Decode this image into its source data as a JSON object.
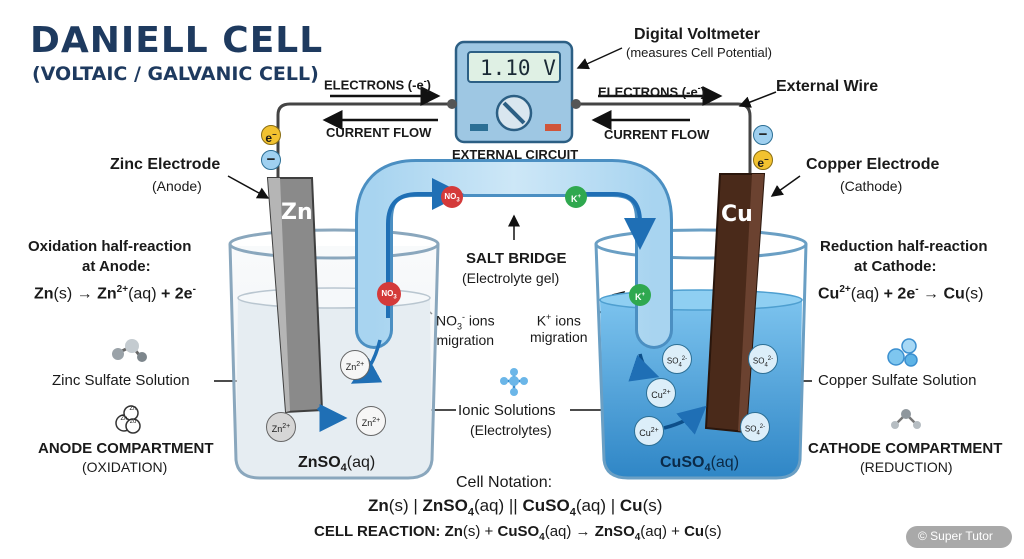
{
  "title": "DANIELL CELL",
  "subtitle": "(VOLTAIC / GALVANIC CELL)",
  "voltmeter": {
    "heading": "Digital Voltmeter",
    "subheading": "(measures Cell Potential)",
    "reading": "1.10 V"
  },
  "external_circuit": "EXTERNAL CIRCUIT",
  "external_wire": "External Wire",
  "electrons_left": "ELECTRONS (-e",
  "electrons_right": "ELECTRONS (-e",
  "electron_sup": "-",
  "electrons_close": ")",
  "current_left": "CURRENT FLOW",
  "current_right": "CURRENT FLOW",
  "zinc": {
    "heading": "Zinc Electrode",
    "role": "(Anode)",
    "symbol": "Zn",
    "half_title": "Oxidation half-reaction",
    "half_sub": "at Anode:",
    "solution_label": "Zinc Sulfate Solution",
    "compartment": "ANODE COMPARTMENT",
    "compartment_sub": "(OXIDATION)",
    "beaker_label": "ZnSO",
    "beaker_sub": "4",
    "beaker_state": "(aq)"
  },
  "copper": {
    "heading": "Copper Electrode",
    "role": "(Cathode)",
    "symbol": "Cu",
    "half_title": "Reduction half-reaction",
    "half_sub": "at Cathode:",
    "solution_label": "Copper Sulfate Solution",
    "compartment": "CATHODE COMPARTMENT",
    "compartment_sub": "(REDUCTION)",
    "beaker_label": "CuSO",
    "beaker_sub": "4",
    "beaker_state": "(aq)"
  },
  "salt_bridge": {
    "heading": "SALT BRIDGE",
    "sub": "(Electrolyte gel)",
    "no3_label": "NO",
    "no3_sub": "3",
    "no3_sup": "-",
    "no3_text": "ions",
    "no3_text2": "migration",
    "k_label": "K",
    "k_sup": "+",
    "k_text": "ions",
    "k_text2": "migration"
  },
  "ionic": {
    "heading": "Ionic Solutions",
    "sub": "(Electrolytes)"
  },
  "ions": {
    "e_minus": "e",
    "minus": "−",
    "zn2": "Zn",
    "cu2": "Cu",
    "charge2p": "2+",
    "so4": "SO",
    "so4_sub": "4",
    "so4_sup": "2-",
    "no3_circle": "NO",
    "no3_circle_sub": "3",
    "k_circle": "K",
    "k_circle_sup": "+",
    "zn_icon": "Zn",
    "zn_icon2": "2o"
  },
  "eq_anode": {
    "zn": "Zn",
    "s": "(s)",
    "arrow": "→",
    "zn2": "Zn",
    "sup": "2+",
    "aq": "(aq)",
    "plus": "+ 2e",
    "esup": "-"
  },
  "eq_cathode": {
    "cu2": "Cu",
    "sup": "2+",
    "aq": "(aq)",
    "plus": "+ 2e",
    "esup": "-",
    "arrow": "→",
    "cu": "Cu",
    "s": "(s)"
  },
  "notation": {
    "heading": "Cell Notation:",
    "p1": "Zn",
    "p2": "(s) | ",
    "p3": "ZnSO",
    "p4": "4",
    "p5": "(aq) || ",
    "p6": "CuSO",
    "p7": "4",
    "p8": "(aq) | ",
    "p9": "Cu",
    "p10": "(s)"
  },
  "reaction": {
    "label": "CELL REACTION: ",
    "r1": "Zn",
    "r2": "(s) + ",
    "r3": "CuSO",
    "r4": "4",
    "r5": "(aq) → ",
    "r6": "ZnSO",
    "r7": "4",
    "r8": "(aq) + ",
    "r9": "Cu",
    "r10": "(s)"
  },
  "watermark": "© Super Tutor",
  "colors": {
    "title": "#1e3a5f",
    "zinc_electrode": "#7a7a7a",
    "copper_electrode": "#4a2a1a",
    "cu_solution": "#4aa3dc",
    "zn_solution": "#e9eef2",
    "bridge": "#8ec5e8",
    "no3": "#d43a3a",
    "k": "#2fa84f",
    "electron": "#f2c230"
  }
}
